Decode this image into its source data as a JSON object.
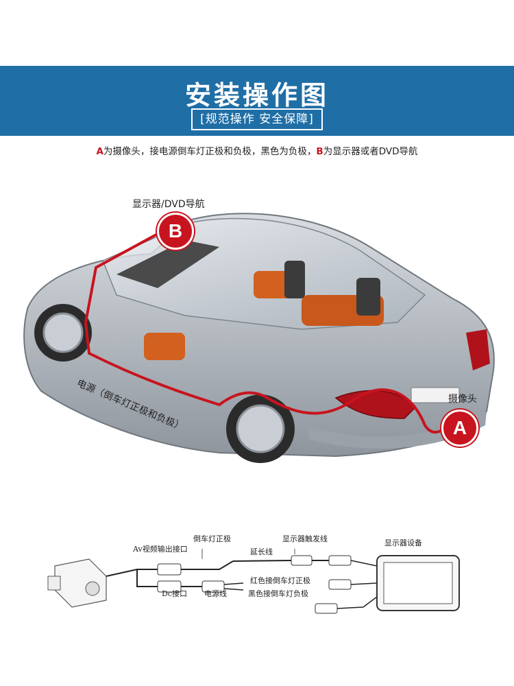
{
  "header": {
    "title": "安装操作图",
    "subtitle": "[规范操作 安全保障]"
  },
  "instruction": {
    "a_letter": "A",
    "a_text": "为摄像头，接电源倒车灯正极和负极，黑色为负极，",
    "b_letter": "B",
    "b_text": "为显示器或者DVD导航"
  },
  "car_labels": {
    "display_label": "显示器/DVD导航",
    "badge_b": "B",
    "badge_a": "A",
    "camera_label": "摄像头",
    "power_label": "电源（倒车灯正极和负极）"
  },
  "wiring": {
    "av_output": "Av视频输出接口",
    "reverse_light_positive": "倒车灯正极",
    "extension_cable": "延长线",
    "display_trigger": "显示器触发线",
    "display_device": "显示器设备",
    "dc_port": "Dc接口",
    "power_cable": "电源线",
    "red_to_positive": "红色接倒车灯正极",
    "black_to_negative": "黑色接倒车灯负极"
  },
  "colors": {
    "header_blue": "#1f6ea6",
    "accent_red": "#c8141e",
    "car_silver": "#b9bfc6"
  }
}
